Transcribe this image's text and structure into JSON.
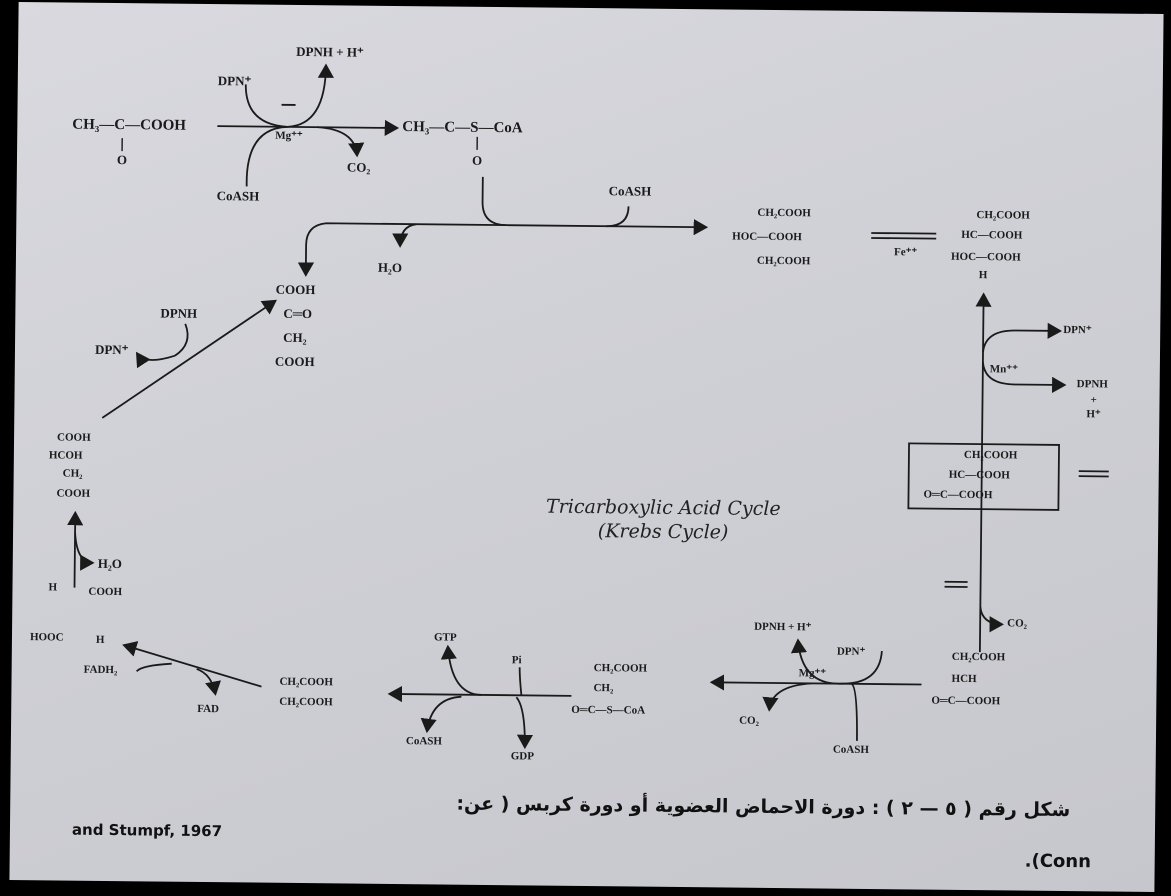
{
  "diagram": {
    "title_line1": "Tricarboxylic Acid Cycle",
    "title_line2": "(Krebs Cycle)"
  },
  "pyruvate": {
    "formula": "CH₃—C—COOH",
    "oxo": "O",
    "dpn": "DPN⁺",
    "dpnh": "DPNH + H⁺",
    "mg": "Mg⁺⁺",
    "co2": "CO₂",
    "coash": "CoASH",
    "acetylcoa": "CH₃—C—S—CoA",
    "acetylcoa_oxo": "O"
  },
  "citrate_step": {
    "coash": "CoASH",
    "h2o": "H₂O",
    "citrate": [
      "CH₂COOH",
      "HOC—COOH",
      "CH₂COOH"
    ],
    "cisaconitate": [
      "CH₂COOH",
      "HC—COOH",
      "HOC—COOH",
      "H"
    ],
    "fe": "Fe⁺⁺"
  },
  "oxaloacetate": {
    "lines": [
      "COOH",
      "C═O",
      "CH₂",
      "COOH"
    ],
    "dpnh": "DPNH",
    "dpn": "DPN⁺"
  },
  "isocitrate": {
    "dpn": "DPN⁺",
    "mg": "Mn⁺⁺",
    "dpnh": "DPNH",
    "plus": "+",
    "h": "H⁺",
    "oxalosuccinate": [
      "CH₂COOH",
      "HC—COOH",
      "O═C—COOH"
    ],
    "co2": "CO₂"
  },
  "malate": {
    "lines": [
      "COOH",
      "HCOH",
      "CH₂",
      "COOH"
    ],
    "h2o": "H₂O"
  },
  "fumarate": {
    "h_top": "H",
    "cooh": "COOH",
    "hooc": "HOOC",
    "h_bot": "H",
    "fadh2": "FADH₂",
    "fad": "FAD"
  },
  "succinate": {
    "lines": [
      "CH₂COOH",
      "CH₂COOH"
    ],
    "gtp": "GTP",
    "pi": "Pi",
    "coash": "CoASH",
    "gdp": "GDP"
  },
  "succinylcoa": {
    "lines": [
      "CH₂COOH",
      "CH₂",
      "O═C—S—CoA"
    ]
  },
  "ketoglutarate": {
    "dpnh": "DPNH + H⁺",
    "dpn": "DPN⁺",
    "mg": "Mg⁺⁺",
    "co2": "CO₂",
    "coash": "CoASH",
    "lines": [
      "CH₂COOH",
      "HCH",
      "O═C—COOH"
    ]
  },
  "caption": {
    "line1": "شكل رقم ( ٥ — ٢ ) : دورة الاحماض العضوية أو دورة كربس ( عن:",
    "line1_ltr": "and Stumpf, 1967",
    "line2": ".(Conn"
  }
}
